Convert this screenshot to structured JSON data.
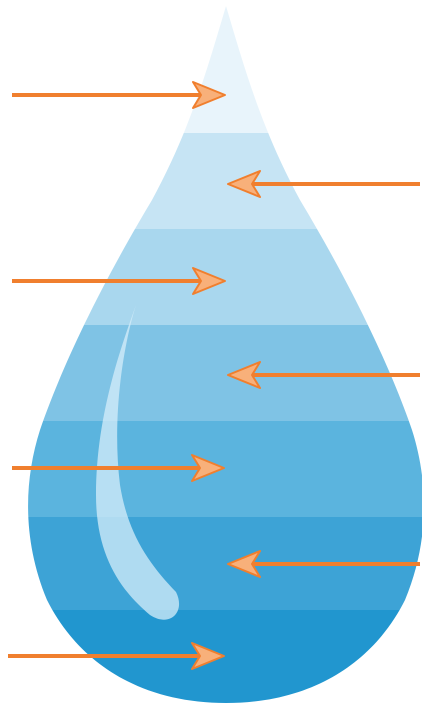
{
  "diagram": {
    "layer_colors": [
      "#e8f4fb",
      "#c6e4f4",
      "#a9d7ee",
      "#7fc3e5",
      "#5bb4de",
      "#3da3d6",
      "#2196cf"
    ],
    "highlight_color": "#d6eef9",
    "arrow_color": "#f07f2e",
    "arrowhead_fill": "#f8b07a",
    "arrows": [
      {
        "id": "arrow-1",
        "direction": "right"
      },
      {
        "id": "arrow-2",
        "direction": "left"
      },
      {
        "id": "arrow-3",
        "direction": "right"
      },
      {
        "id": "arrow-4",
        "direction": "left"
      },
      {
        "id": "arrow-5",
        "direction": "right"
      },
      {
        "id": "arrow-6",
        "direction": "left"
      },
      {
        "id": "arrow-7",
        "direction": "right"
      }
    ]
  }
}
